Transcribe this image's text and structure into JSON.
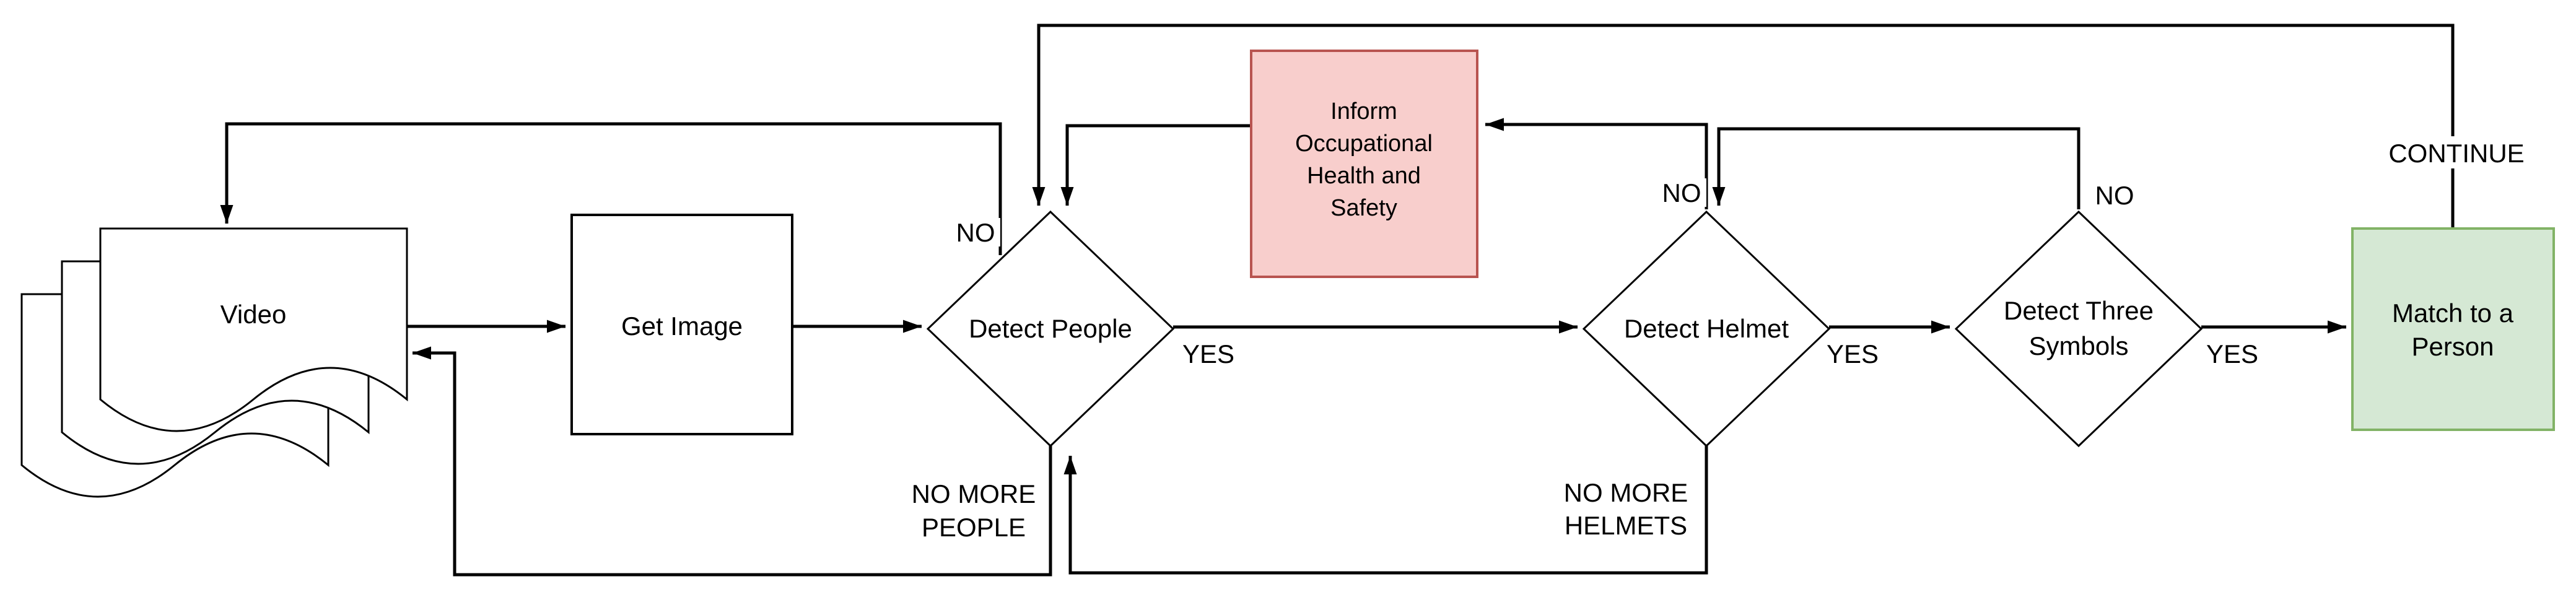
{
  "diagram": {
    "type": "flowchart",
    "background": "#ffffff",
    "line_color": "#000000",
    "nodes": {
      "video": {
        "label": "Video",
        "shape": "multi-document",
        "fill": "#ffffff",
        "stroke": "#000000"
      },
      "get_image": {
        "label": "Get Image",
        "shape": "process",
        "fill": "#ffffff",
        "stroke": "#000000"
      },
      "detect_people": {
        "label": "Detect People",
        "shape": "decision",
        "fill": "#ffffff",
        "stroke": "#000000"
      },
      "inform_ohs": {
        "lines": [
          "Inform",
          "Occupational",
          "Health and",
          "Safety"
        ],
        "shape": "process",
        "fill": "#f8cecc",
        "stroke": "#b85450"
      },
      "detect_helmet": {
        "label": "Detect Helmet",
        "shape": "decision",
        "fill": "#ffffff",
        "stroke": "#000000"
      },
      "detect_three_symbols": {
        "lines": [
          "Detect Three",
          "Symbols"
        ],
        "shape": "decision",
        "fill": "#ffffff",
        "stroke": "#000000"
      },
      "match_to_person": {
        "lines": [
          "Match to a",
          "Person"
        ],
        "shape": "process",
        "fill": "#d5e8d4",
        "stroke": "#82b366"
      }
    },
    "labels": {
      "people_no": "NO",
      "people_yes": "YES",
      "helmet_no": "NO",
      "helmet_yes": "YES",
      "symbols_no": "NO",
      "symbols_yes": "YES",
      "continue": "CONTINUE",
      "no_more_people_line1": "NO MORE",
      "no_more_people_line2": "PEOPLE",
      "no_more_helmets_line1": "NO MORE",
      "no_more_helmets_line2": "HELMETS"
    },
    "edges": [
      {
        "from": "Video",
        "to": "Get Image",
        "label": ""
      },
      {
        "from": "Get Image",
        "to": "Detect People",
        "label": ""
      },
      {
        "from": "Detect People",
        "to": "Detect Helmet",
        "label": "YES"
      },
      {
        "from": "Detect People",
        "to": "Video",
        "label": "NO"
      },
      {
        "from": "Detect People",
        "to": "Video",
        "label": "NO MORE PEOPLE"
      },
      {
        "from": "Detect Helmet",
        "to": "Detect Three Symbols",
        "label": "YES"
      },
      {
        "from": "Detect Helmet",
        "to": "Inform Occupational Health and Safety",
        "label": "NO"
      },
      {
        "from": "Detect Helmet",
        "to": "Detect People",
        "label": "NO MORE HELMETS"
      },
      {
        "from": "Inform Occupational Health and Safety",
        "to": "Detect People",
        "label": ""
      },
      {
        "from": "Detect Three Symbols",
        "to": "Match to a Person",
        "label": "YES"
      },
      {
        "from": "Detect Three Symbols",
        "to": "Detect Helmet",
        "label": "NO"
      },
      {
        "from": "Match to a Person",
        "to": "Detect People",
        "label": "CONTINUE"
      }
    ]
  }
}
